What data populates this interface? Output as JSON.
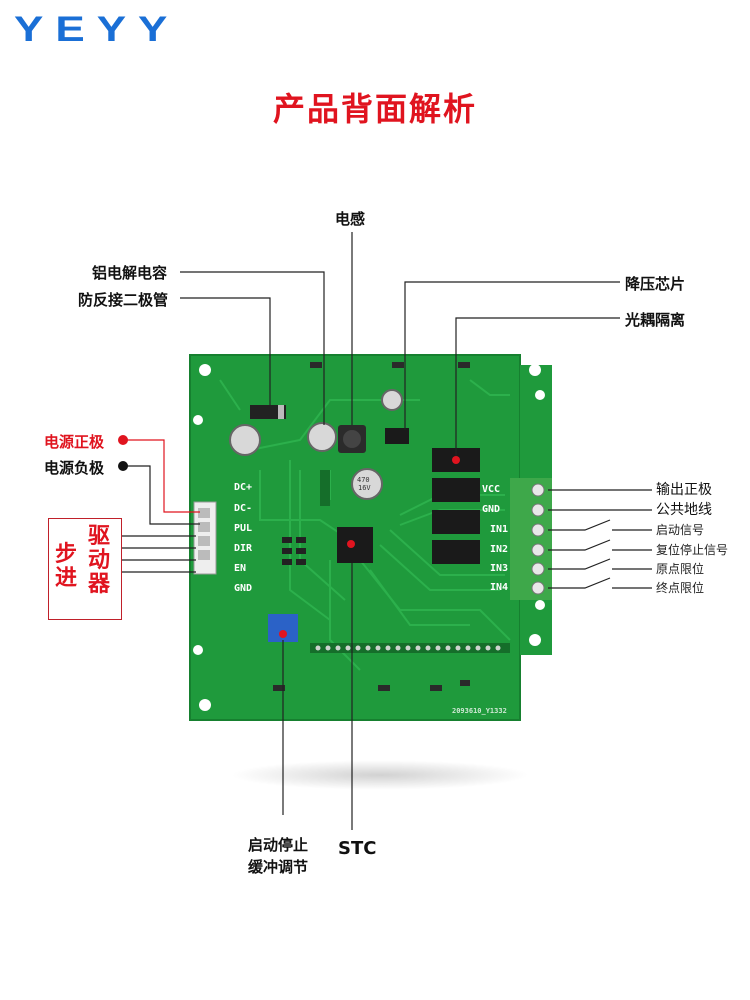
{
  "brand": "YEYY",
  "title": "产品背面解析",
  "callouts": {
    "inductor": "电感",
    "electrolytic_cap": "铝电解电容",
    "reverse_diode": "防反接二极管",
    "buck_chip": "降压芯片",
    "optocoupler": "光耦隔离",
    "power_pos": "电源正极",
    "power_neg": "电源负极",
    "stepper_left": "步进",
    "stepper_right": "驱动器",
    "start_stop_buffer_line1": "启动停止",
    "start_stop_buffer_line2": "缓冲调节",
    "mcu": "STC"
  },
  "left_pins": [
    "DC+",
    "DC-",
    "PUL",
    "DIR",
    "EN",
    "GND"
  ],
  "right_pins": [
    "VCC",
    "GND",
    "IN1",
    "IN2",
    "IN3",
    "IN4"
  ],
  "right_labels": {
    "vcc": "输出正极",
    "gnd": "公共地线",
    "in1": "启动信号",
    "in2": "复位停止信号",
    "in3": "原点限位",
    "in4": "终点限位"
  },
  "board_mark": "2093610_Y1332",
  "colors": {
    "accent": "#e0141f",
    "brand": "#1a6fd6",
    "pcb": "#1f9a3c",
    "terminal": "#3ea84a"
  }
}
